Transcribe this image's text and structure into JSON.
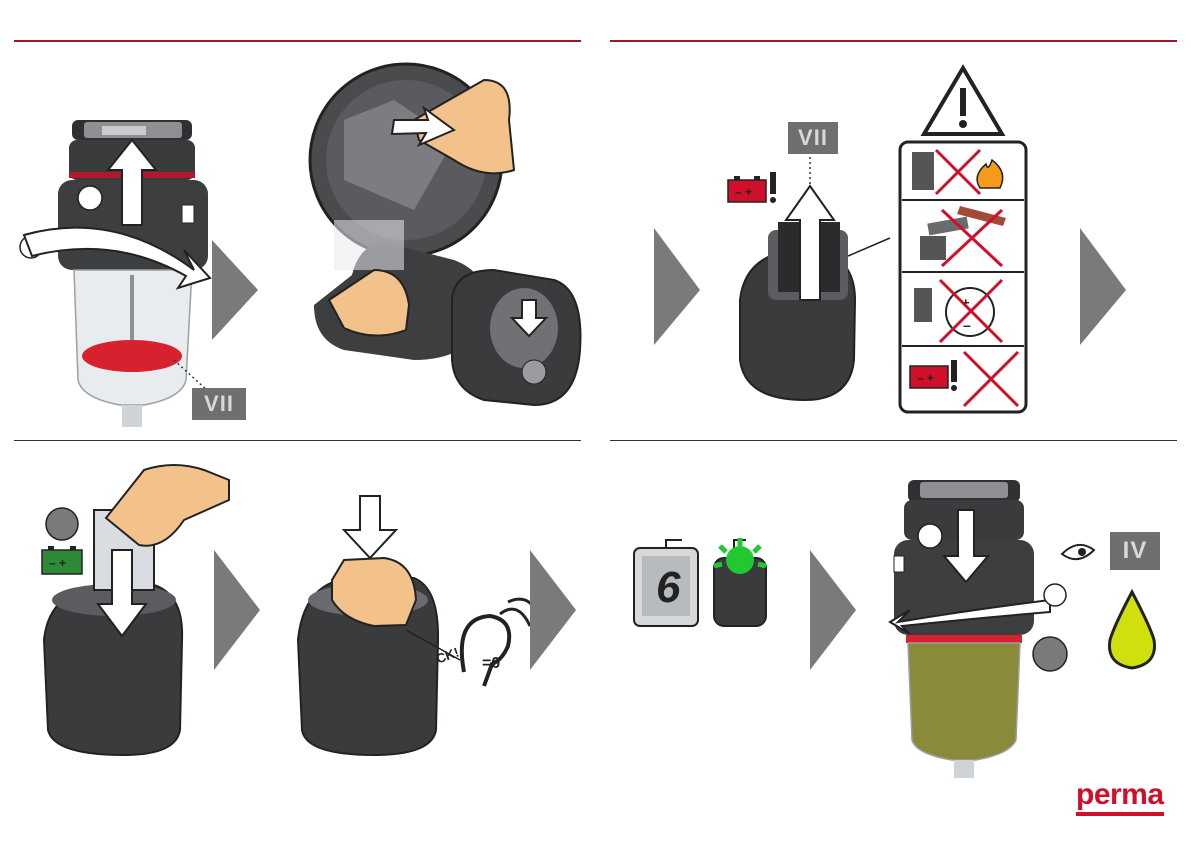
{
  "colors": {
    "rule_red": "#a0152a",
    "rule_dark": "#333333",
    "step_arrow": "#7a7a7a",
    "badge_bg": "#6f6f6f",
    "badge_text": "#d8d8d8",
    "body_dark": "#3a3b3d",
    "lubricant": "#cfe00c",
    "battery_red": "#d0102a",
    "battery_green": "#2f8a38",
    "led_green": "#22c832",
    "hand": "#f2c28a",
    "logo": "#d0102a"
  },
  "labels": {
    "badge_vii_1": "VII",
    "badge_vii_2": "VII",
    "badge_iv": "IV",
    "click": "CK!",
    "display_digit": "6",
    "logo": "perma"
  },
  "icons": [
    "warning-triangle-icon",
    "fire-icon",
    "hammer-icon",
    "polarity-icon",
    "battery-icon",
    "ear-icon",
    "eye-icon",
    "droplet-icon"
  ]
}
